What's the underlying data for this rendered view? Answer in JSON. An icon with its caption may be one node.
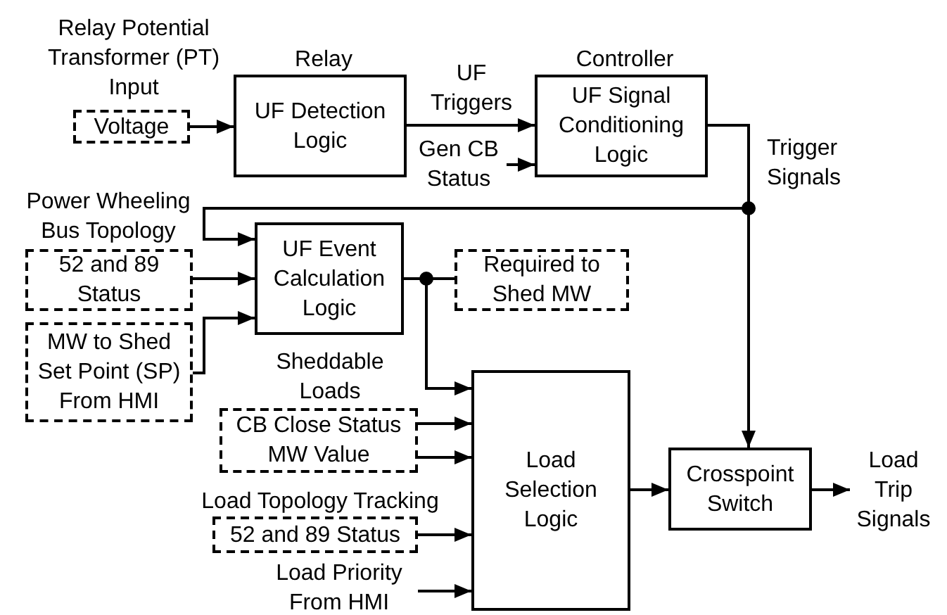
{
  "diagram": {
    "nodes": [
      {
        "text": [
          "Relay Potential Transformer (PT) Input",
          "Voltage"
        ]
      },
      {
        "text": [
          "Relay",
          "UF Detection Logic"
        ]
      },
      {
        "text": [
          "Controller",
          "UF Signal Conditioning Logic"
        ]
      },
      {
        "text": [
          "Gen CB Status"
        ]
      },
      {
        "text": [
          "Power Wheeling Bus Topology",
          "52 and 89 Status"
        ]
      },
      {
        "text": [
          "MW to Shed Set Point (SP) From HMI"
        ]
      },
      {
        "text": [
          "UF Event Calculation Logic"
        ]
      },
      {
        "text": [
          "Required to Shed MW"
        ]
      },
      {
        "text": [
          "Load Selection Logic"
        ]
      },
      {
        "text": [
          "Sheddable Loads",
          "CB Close Status",
          "MW Value"
        ]
      },
      {
        "text": [
          "Load Topology Tracking",
          "52 and 89 Status"
        ]
      },
      {
        "text": [
          "Load Priority From HMI"
        ]
      },
      {
        "text": [
          "Crosspoint Switch"
        ]
      },
      {
        "text": [
          "Load Trip Signals"
        ]
      }
    ],
    "edges": [
      {
        "from": 0,
        "to": 1,
        "arrow": "to"
      },
      {
        "from": 1,
        "to": 2,
        "arrow": "to",
        "label": "UF Triggers"
      },
      {
        "from": 3,
        "to": 2,
        "arrow": "to"
      },
      {
        "from": 2,
        "to": 12,
        "arrow": "to"
      },
      {
        "from": 2,
        "to": 6,
        "arrow": "to"
      },
      {
        "from": 4,
        "to": 6,
        "arrow": "to"
      },
      {
        "from": 5,
        "to": 6,
        "arrow": "to"
      },
      {
        "from": 6,
        "to": 7,
        "arrow": "none"
      },
      {
        "from": 6,
        "to": 8,
        "arrow": "to"
      },
      {
        "from": 9,
        "to": 8,
        "arrow": "to"
      },
      {
        "from": 9,
        "to": 8,
        "arrow": "to"
      },
      {
        "from": 10,
        "to": 8,
        "arrow": "to"
      },
      {
        "from": 11,
        "to": 8,
        "arrow": "to"
      },
      {
        "from": 8,
        "to": 12,
        "arrow": "to"
      },
      {
        "from": 12,
        "to": 13,
        "arrow": "to"
      }
    ],
    "labels": [
      "Trigger Signals"
    ]
  }
}
